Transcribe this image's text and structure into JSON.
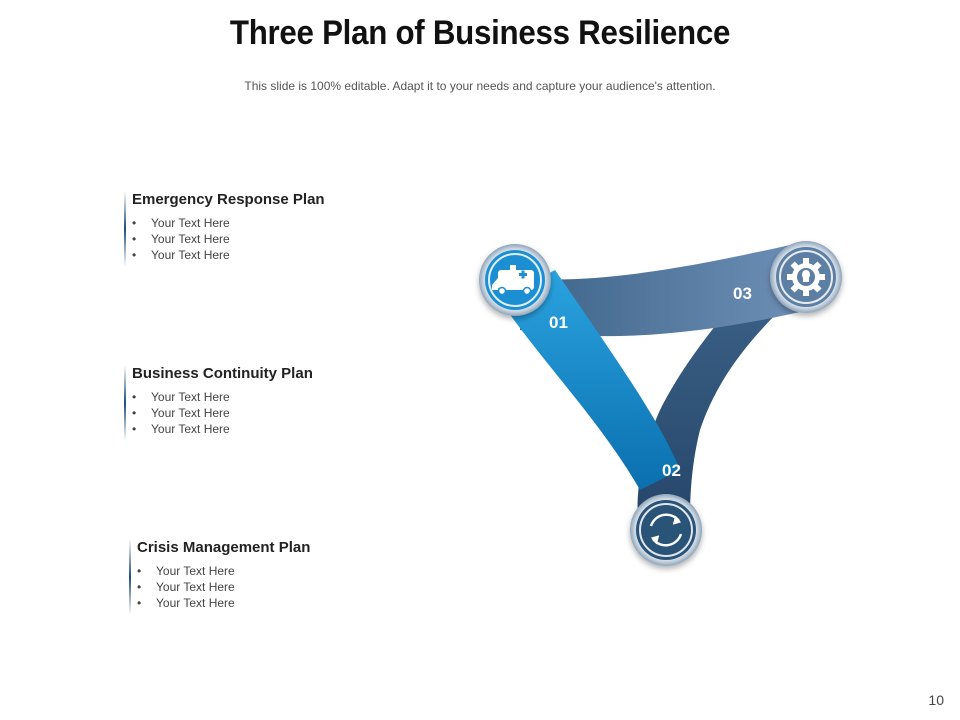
{
  "title": "Three Plan of Business Resilience",
  "subtitle": "This slide is 100% editable. Adapt it to your needs and capture your audience's attention.",
  "plans": [
    {
      "heading": "Emergency Response Plan",
      "bullets": [
        "Your Text Here",
        "Your Text Here",
        "Your Text Here"
      ]
    },
    {
      "heading": "Business Continuity Plan",
      "bullets": [
        "Your Text Here",
        "Your Text Here",
        "Your Text Here"
      ]
    },
    {
      "heading": "Crisis Management Plan",
      "bullets": [
        "Your Text Here",
        "Your Text Here",
        "Your Text Here"
      ]
    }
  ],
  "diagram": {
    "labels": [
      "01",
      "02",
      "03"
    ],
    "icons": [
      "ambulance-icon",
      "refresh-cycle-icon",
      "gear-idea-icon"
    ],
    "colors": {
      "band_01": "#1a8bcf",
      "band_02": "#2c4f72",
      "band_03": "#4a6f95",
      "ring": "#2a5d8a"
    }
  },
  "page_number": "10"
}
